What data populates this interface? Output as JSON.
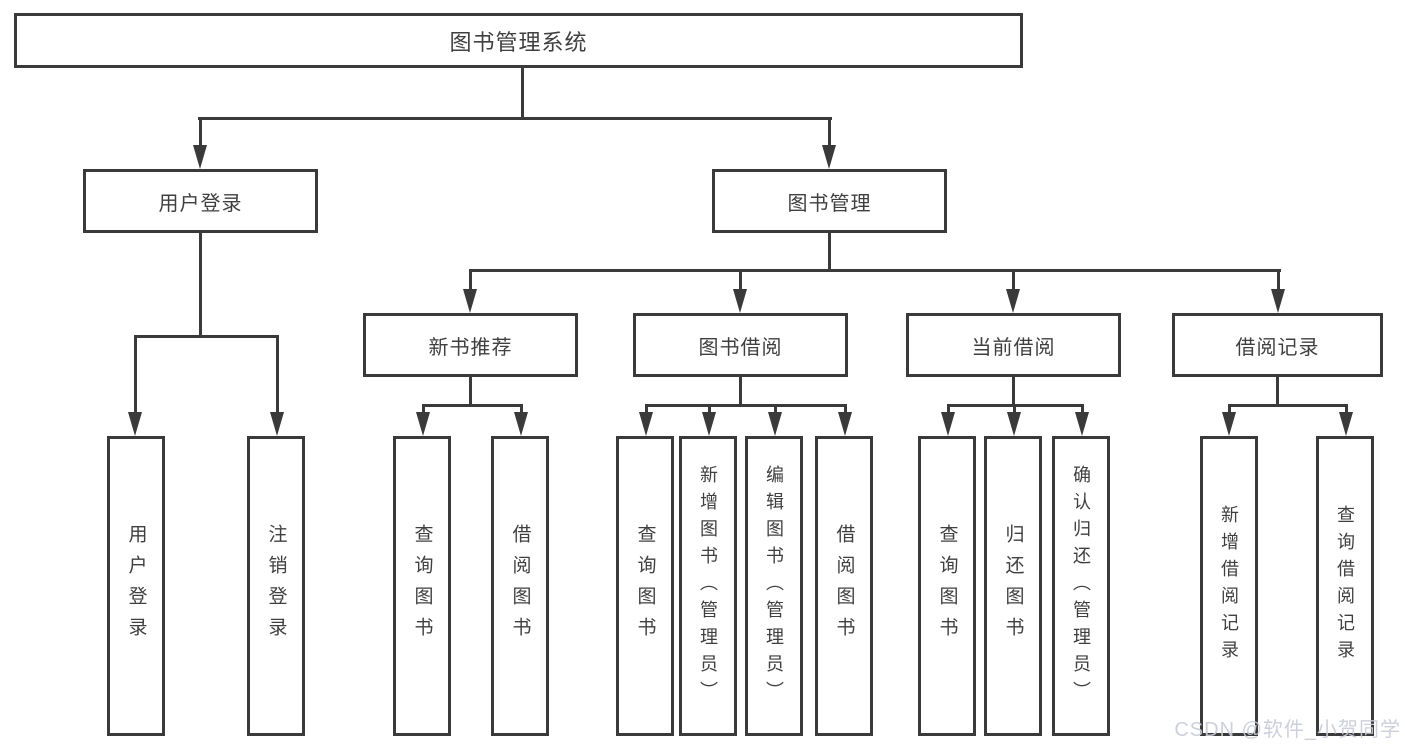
{
  "diagram": {
    "root": {
      "label": "图书管理系统",
      "children": [
        {
          "label": "用户登录",
          "children": [
            {
              "label": "用户登录"
            },
            {
              "label": "注销登录"
            }
          ]
        },
        {
          "label": "图书管理",
          "children": [
            {
              "label": "新书推荐",
              "children": [
                {
                  "label": "查询图书"
                },
                {
                  "label": "借阅图书"
                }
              ]
            },
            {
              "label": "图书借阅",
              "children": [
                {
                  "label": "查询图书"
                },
                {
                  "label": "新增图书（管理员）"
                },
                {
                  "label": "编辑图书（管理员）"
                },
                {
                  "label": "借阅图书"
                }
              ]
            },
            {
              "label": "当前借阅",
              "children": [
                {
                  "label": "查询图书"
                },
                {
                  "label": "归还图书"
                },
                {
                  "label": "确认归还（管理员）"
                }
              ]
            },
            {
              "label": "借阅记录",
              "children": [
                {
                  "label": "新增借阅记录"
                },
                {
                  "label": "查询借阅记录"
                }
              ]
            }
          ]
        }
      ]
    },
    "colors": {
      "line": "#3a3a3a",
      "text": "#3f3f3f",
      "background": "#ffffff",
      "watermark_text": "#c9ccd8"
    },
    "watermark": "CSDN @软件_小贺同学"
  }
}
